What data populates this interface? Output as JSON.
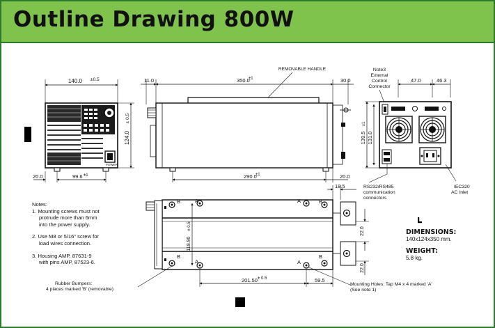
{
  "header": {
    "title": "Outline Drawing 800W"
  },
  "labels": {
    "removable_handle": "REMOVABLE HANDLE",
    "note3_l1": "Note3",
    "note3_l2": "External",
    "note3_l3": "Control",
    "note3_l4": "Connector",
    "power": "POWER",
    "rs232_l1": "RS232/RS485",
    "rs232_l2": "communication",
    "rs232_l3": "connectors",
    "iec_l1": "IEC320",
    "iec_l2": "AC Inlet",
    "bumpers_l1": "Rubber Bumpers:",
    "bumpers_l2": "4 places marked 'B' (removable)",
    "holes_l1": "Mounting Holes:  Tap M4 x 4 marked 'A'",
    "holes_l2": "(See note 1)",
    "mark_a": "A",
    "mark_b": "B"
  },
  "dimensions": {
    "front_width": "140.0",
    "front_width_tol": "±0.5",
    "front_height": "124.0",
    "front_height_tol": "± 0.5",
    "front_foot_left": "20.0",
    "front_foot_span": "99.6",
    "front_foot_span_tol": "±1",
    "side_left": "11.0",
    "side_length": "350.0",
    "side_length_tol": "±1",
    "side_right": "30.0",
    "side_base": "290.0",
    "side_base_tol": "±1",
    "side_foot": "20.0",
    "rear_w1": "47.0",
    "rear_w2": "46.3",
    "rear_h1": "139.5",
    "rear_h1_tol": "±1",
    "rear_h2": "131.0",
    "bottom_right_offset": "18.5",
    "bottom_height": "118.90",
    "bottom_height_tol": "± 0.5",
    "bottom_slot1": "22.0",
    "bottom_slot2": "22.0",
    "bottom_a_span": "201.50",
    "bottom_a_span_tol": "± 0.5",
    "bottom_right": "59.5"
  },
  "notes": {
    "heading": "Notes:",
    "n1_l1": "1. Mounting screws must not",
    "n1_l2": "protrude more than 6mm",
    "n1_l3": "into the power supply.",
    "n2_l1": "2. Use M8 or 5/16\" screw for",
    "n2_l2": "load wires connection.",
    "n3_l1": "3. Housing AMP, 87631-9",
    "n3_l2": "with pins AMP, 87523-6."
  },
  "specs": {
    "dimensions_heading": "DIMENSIONS:",
    "dimensions_value": "140x124x350 mm.",
    "weight_heading": "WEIGHT:",
    "weight_value": "5.8 kg."
  }
}
